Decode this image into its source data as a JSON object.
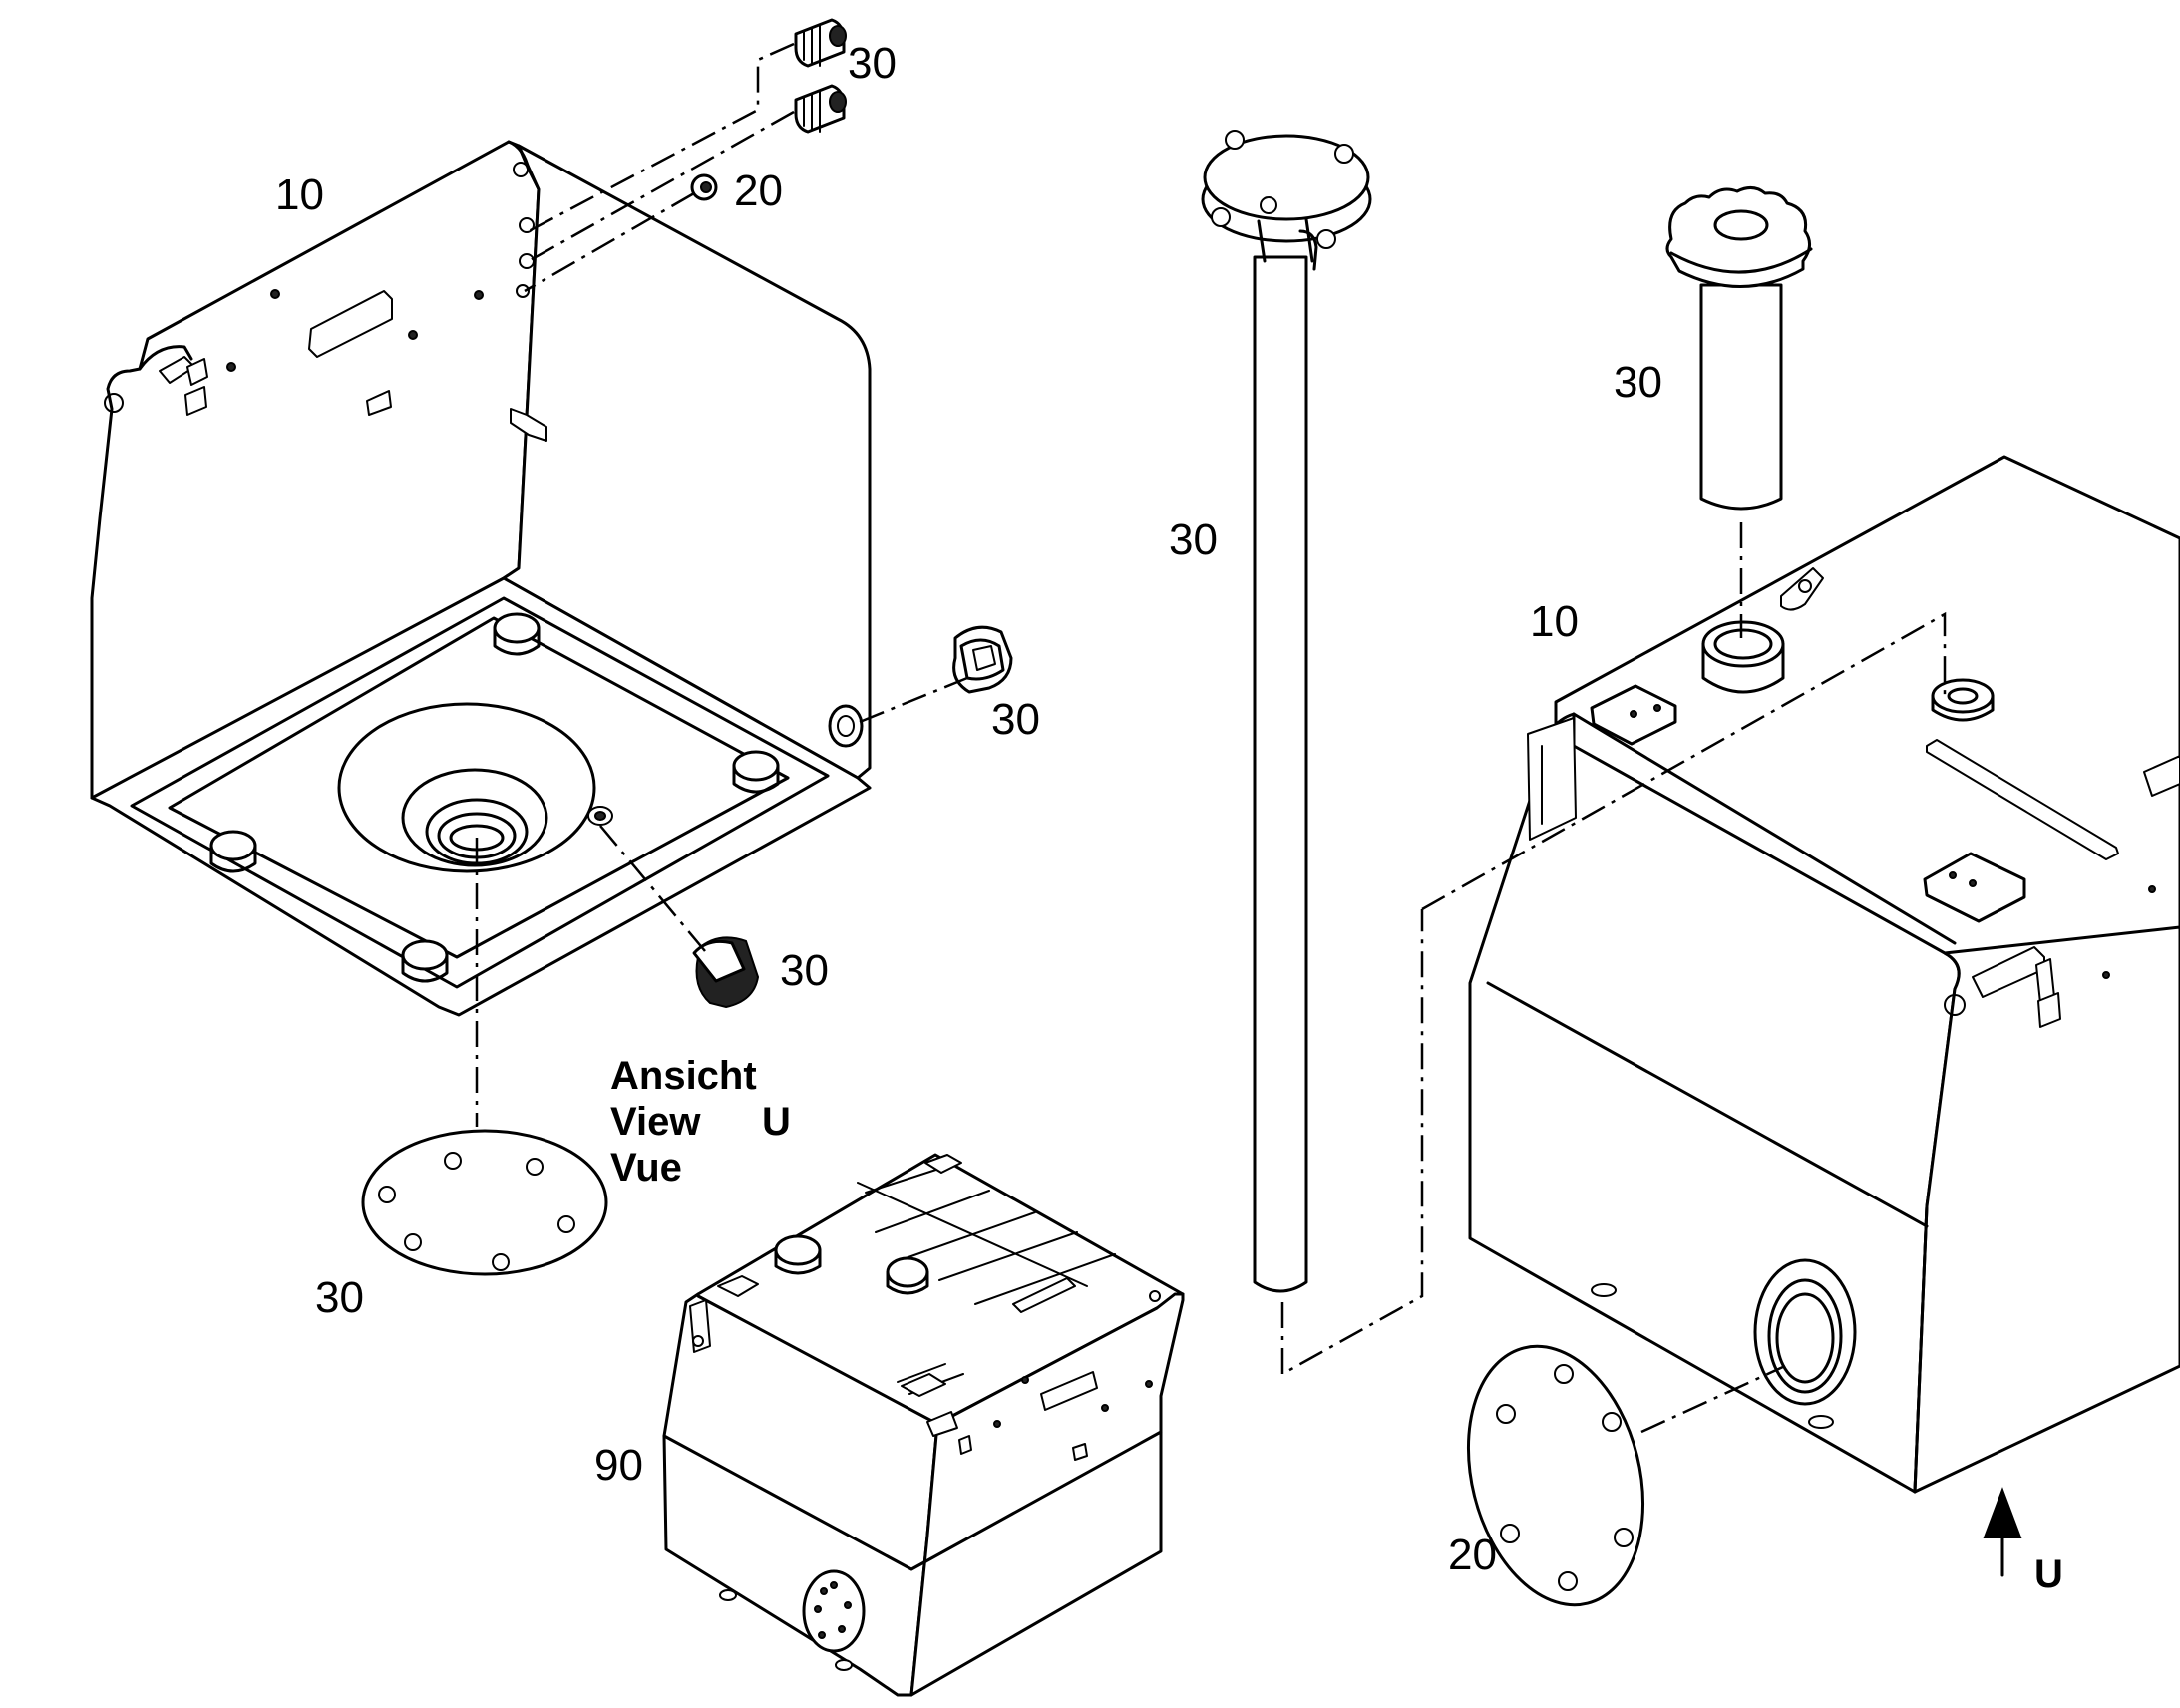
{
  "labels": {
    "tl_10": "10",
    "tl_30_fitting_top": "30",
    "tl_20_fitting": "20",
    "tl_30_plug_side": "30",
    "tl_30_plug_bottom": "30",
    "tl_30_cover": "30",
    "ctr_90_tank": "90",
    "rod_30": "30",
    "r_30_filler": "30",
    "r_10": "10",
    "r_20_cover": "20"
  },
  "view_note": {
    "line1": "Ansicht",
    "line2": "View",
    "line2_letter": "U",
    "line3": "Vue"
  },
  "view_arrow_label": "U"
}
